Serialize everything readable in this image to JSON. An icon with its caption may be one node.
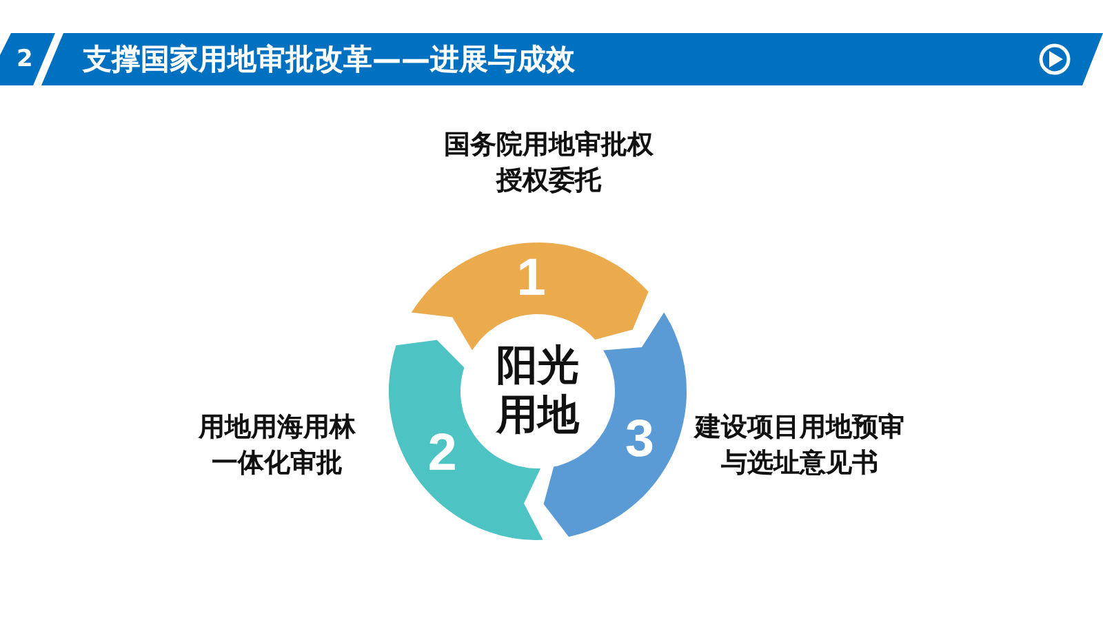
{
  "diagram": {
    "title": "支撑国家用地审批改革——进展与成效",
    "nodes": [
      {
        "text": [
          "1"
        ],
        "beside": [
          "国务院用地审批权授权委托"
        ]
      },
      {
        "text": [
          "2"
        ],
        "beside": [
          "用地用海用林一体化审批"
        ]
      },
      {
        "text": [
          "3"
        ],
        "beside": [
          "建设项目用地预审与选址意见书"
        ]
      },
      {
        "text": [
          "阳光用地"
        ]
      }
    ],
    "labels": [
      "2"
    ]
  }
}
